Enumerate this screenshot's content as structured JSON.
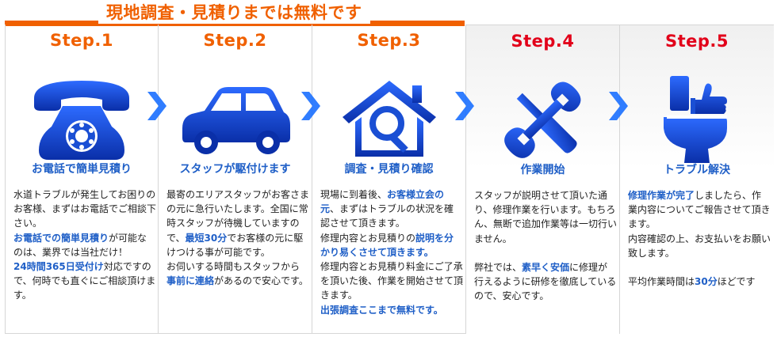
{
  "banner": {
    "text": "現地調査・見積りまでは無料です"
  },
  "colors": {
    "accent_orange": "#f06000",
    "accent_red": "#e2001a",
    "blue": "#1f5fc7",
    "icon_blue": "#1a4fd4"
  },
  "steps": [
    {
      "label": "Step.1",
      "icon": "phone-icon",
      "title": "お電話で簡単見積り",
      "body": [
        {
          "t": "水道トラブルが発生してお困りのお客様、まずはお電話でご相談下さい。",
          "hl": false
        },
        {
          "t": "お電話での簡単見積り",
          "hl": true
        },
        {
          "t": "が可能なのは、業界では当社だけ！",
          "hl": false
        },
        {
          "t": "24時間365日受付け",
          "hl": true
        },
        {
          "t": "対応ですので、何時でも直ぐにご相談頂けます。",
          "hl": false
        }
      ]
    },
    {
      "label": "Step.2",
      "icon": "car-icon",
      "title": "スタッフが駆付けます",
      "body": [
        {
          "t": "最寄のエリアスタッフがお客さまの元に急行いたします。全国に常時スタッフが待機していますので、",
          "hl": false
        },
        {
          "t": "最短30分",
          "hl": true
        },
        {
          "t": "でお客様の元に駆けつける事が可能です。",
          "hl": false
        },
        {
          "t": "お伺いする時間もスタッフから",
          "hl": false
        },
        {
          "t": "事前に連絡",
          "hl": true
        },
        {
          "t": "があるので安心です。",
          "hl": false
        }
      ]
    },
    {
      "label": "Step.3",
      "icon": "house-search-icon",
      "title": "調査・見積り確認",
      "body": [
        {
          "t": "現場に到着後、",
          "hl": false
        },
        {
          "t": "お客様立会の元",
          "hl": true
        },
        {
          "t": "、まずはトラブルの状況を確認させて頂きます。",
          "hl": false
        },
        {
          "t": "修理内容とお見積りの",
          "hl": false
        },
        {
          "t": "説明を分かり易くさせて頂きます。",
          "hl": true
        },
        {
          "t": "修理内容とお見積り料金にご了承を頂いた後、作業を開始させて頂きます。",
          "hl": false
        },
        {
          "t": "出張調査ここまで無料です。",
          "hl": true
        }
      ]
    },
    {
      "label": "Step.4",
      "icon": "tools-icon",
      "title": "作業開始",
      "body": [
        {
          "t": "スタッフが説明させて頂いた通り、修理作業を行います。もちろん、無断で追加作業等は一切行いません。",
          "hl": false
        },
        {
          "t": "弊社では、",
          "hl": false
        },
        {
          "t": "素早く安価",
          "hl": true
        },
        {
          "t": "に修理が行えるように研修を徹底しているので、安心です。",
          "hl": false
        }
      ]
    },
    {
      "label": "Step.5",
      "icon": "toilet-thumbs-up-icon",
      "title": "トラブル解決",
      "body": [
        {
          "t": "修理作業が完了",
          "hl": true
        },
        {
          "t": "しましたら、作業内容についてご報告させて頂きます。",
          "hl": false
        },
        {
          "t": "内容確認の上、お支払いをお願い致します。",
          "hl": false
        },
        {
          "t": "平均作業時間は",
          "hl": false
        },
        {
          "t": "30分",
          "hl": true
        },
        {
          "t": "ほどです",
          "hl": false
        }
      ]
    }
  ]
}
